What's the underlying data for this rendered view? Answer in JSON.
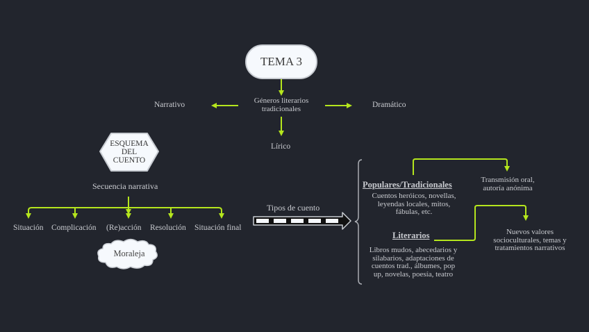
{
  "central_topic": {
    "label": "TEMA 3"
  },
  "genres": {
    "center": "Géneros literarios tradicionales",
    "left": "Narrativo",
    "right": "Dramático",
    "bottom": "Lírico"
  },
  "story_schema": {
    "title": "ESQUEMA DEL CUENTO",
    "title_lines": [
      "ESQUEMA",
      "DEL",
      "CUENTO"
    ],
    "sequence_label": "Secuencia narrativa",
    "steps": [
      "Situación",
      "Complicación",
      "(Re)acción",
      "Resolución",
      "Situación final"
    ],
    "moral": "Moraleja"
  },
  "story_types": {
    "label": "Tipos de cuento",
    "popular": {
      "heading": "Populares/Tradicionales",
      "description_lines": [
        "Cuentos heróicos, novellas,",
        "leyendas locales, mitos,",
        "fábulas, etc."
      ],
      "note_lines": [
        "Transmisión oral,",
        "autoría anónima"
      ]
    },
    "literary": {
      "heading": "Literarios",
      "description_lines": [
        "Libros mudos, abecedarios y",
        "silabarios, adaptaciones de",
        "cuentos trad., álbumes, pop",
        "up, novelas, poesía, teatro"
      ],
      "note_lines": [
        "Nuevos valores",
        "socioculturales, temas y",
        "tratamientos narrativos"
      ]
    }
  },
  "colors": {
    "background": "#22252d",
    "connector": "#b5e61d",
    "node_fill": "#f6f9fd",
    "text": "#c9cbd0"
  }
}
